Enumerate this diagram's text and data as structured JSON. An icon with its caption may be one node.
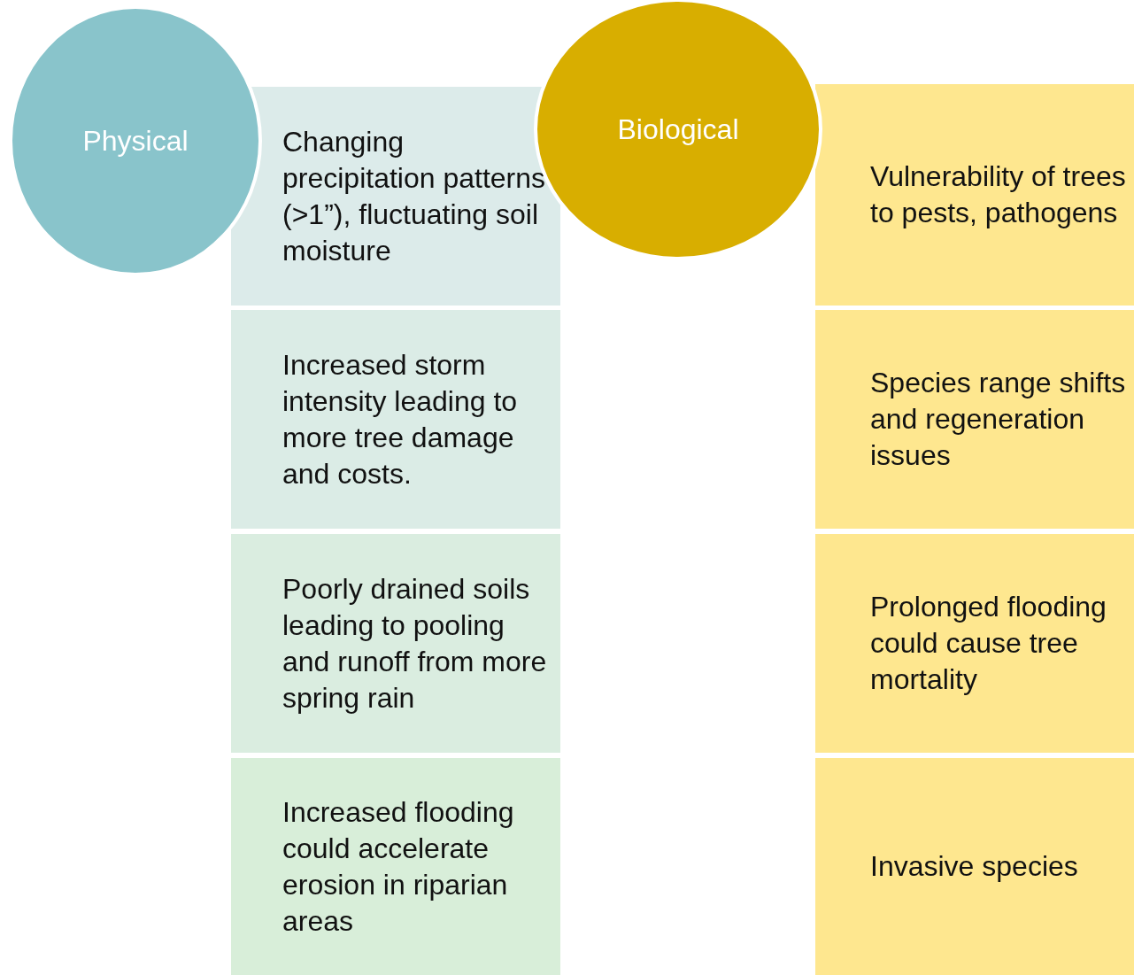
{
  "diagram": {
    "nodes": [
      {
        "text": [
          "Physical"
        ]
      },
      {
        "text": [
          "Changing precipitation patterns (>1”), fluctuating soil moisture"
        ]
      },
      {
        "text": [
          "Increased storm intensity leading to more tree damage and costs."
        ]
      },
      {
        "text": [
          "Poorly drained soils leading to pooling and runoff from more spring rain"
        ]
      },
      {
        "text": [
          "Increased flooding could accelerate erosion in riparian areas"
        ]
      },
      {
        "text": [
          "Biological"
        ]
      },
      {
        "text": [
          "Vulnerability of trees to pests, pathogens"
        ]
      },
      {
        "text": [
          "Species range shifts and regeneration issues"
        ]
      },
      {
        "text": [
          "Prolonged flooding could cause tree mortality"
        ]
      },
      {
        "text": [
          "Invasive species"
        ]
      }
    ]
  }
}
